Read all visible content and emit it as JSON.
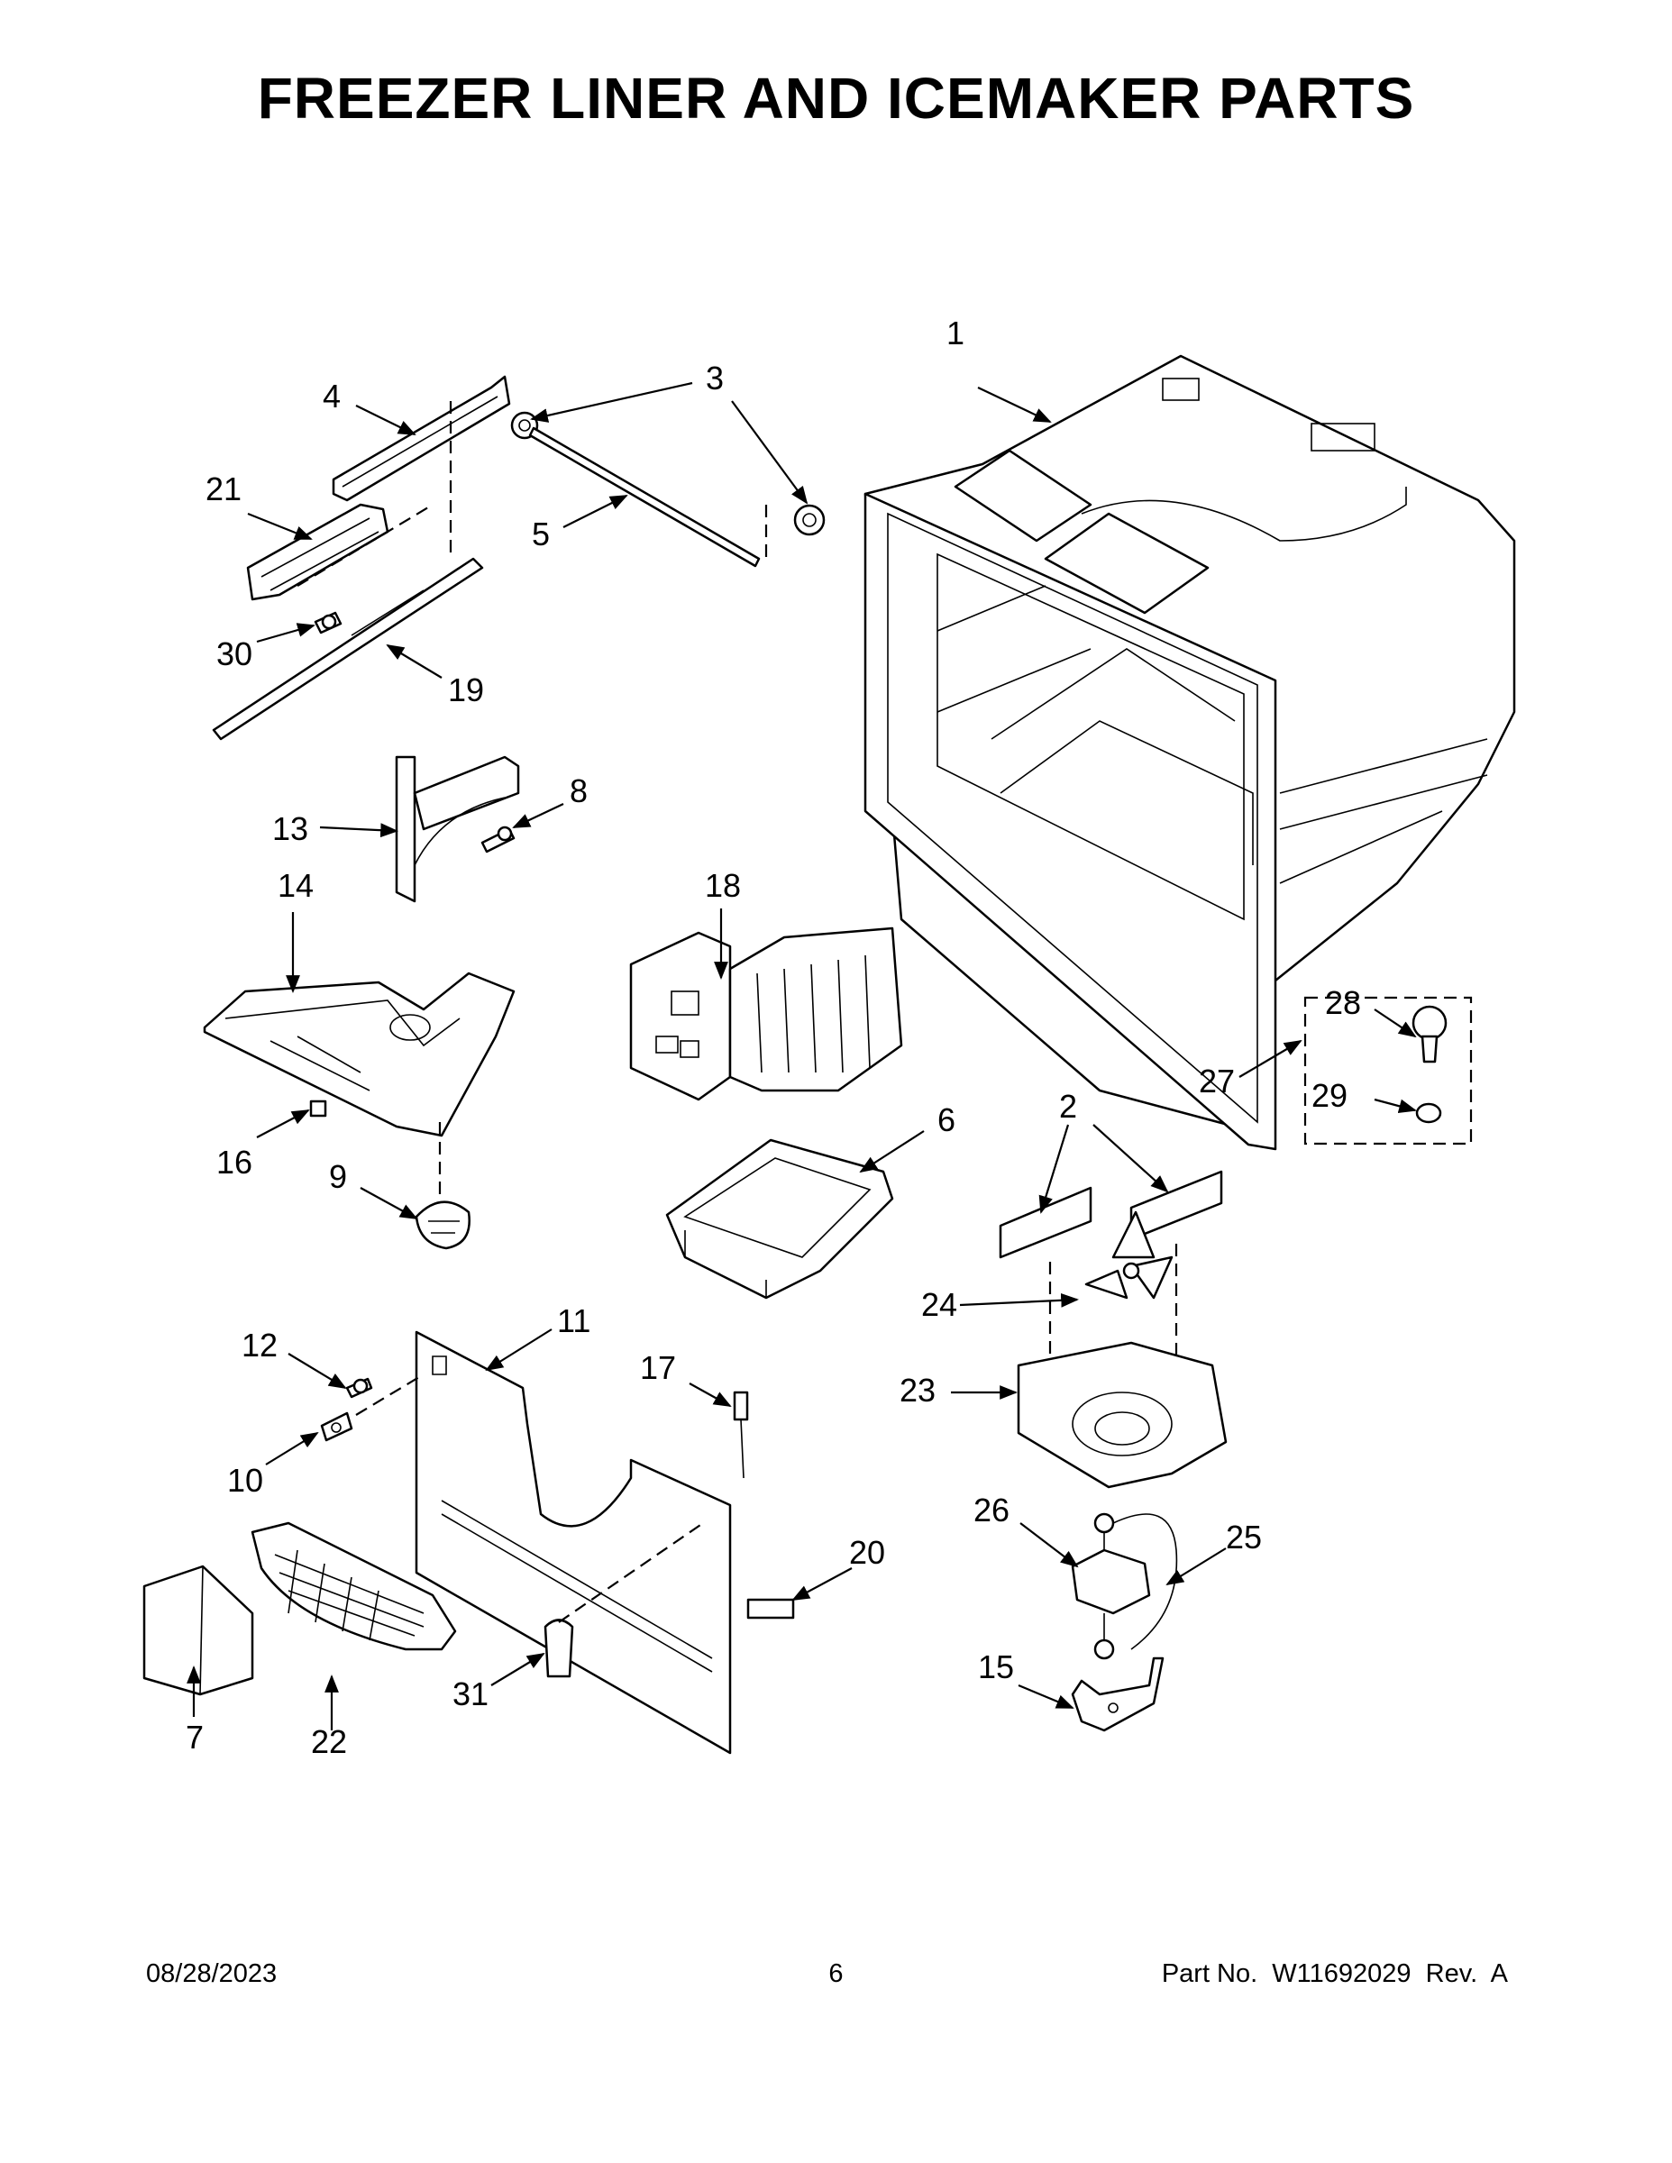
{
  "page": {
    "title": "FREEZER LINER AND ICEMAKER PARTS",
    "footer": {
      "date": "08/28/2023",
      "page_number": "6",
      "part_no": "Part No.  W11692029  Rev.  A"
    }
  },
  "callouts": [
    "1",
    "2",
    "3",
    "4",
    "5",
    "6",
    "7",
    "8",
    "9",
    "10",
    "11",
    "12",
    "13",
    "14",
    "15",
    "16",
    "17",
    "18",
    "19",
    "20",
    "21",
    "22",
    "23",
    "24",
    "25",
    "26",
    "27",
    "28",
    "29",
    "30",
    "31"
  ]
}
